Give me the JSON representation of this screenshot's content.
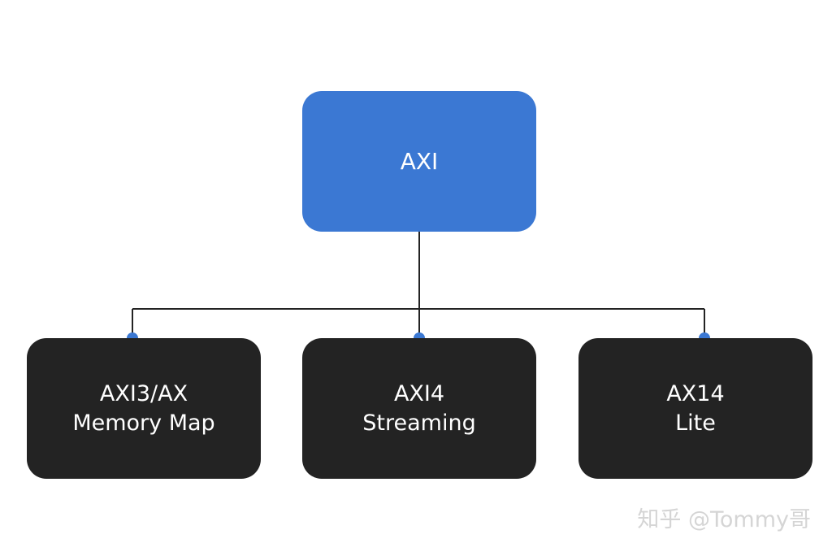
{
  "diagram": {
    "root": {
      "label": "AXI"
    },
    "children": [
      {
        "line1": "AXI3/AX",
        "line2": "Memory Map"
      },
      {
        "line1": "AXI4",
        "line2": "Streaming"
      },
      {
        "line1": "AX14",
        "line2": "Lite"
      }
    ],
    "colors": {
      "root_fill": "#3b78d3",
      "child_fill": "#232323",
      "connector": "#232323",
      "connector_dot": "#3b78d3",
      "text": "#ffffff"
    }
  },
  "watermark": {
    "text": "知乎 @Tommy哥"
  }
}
